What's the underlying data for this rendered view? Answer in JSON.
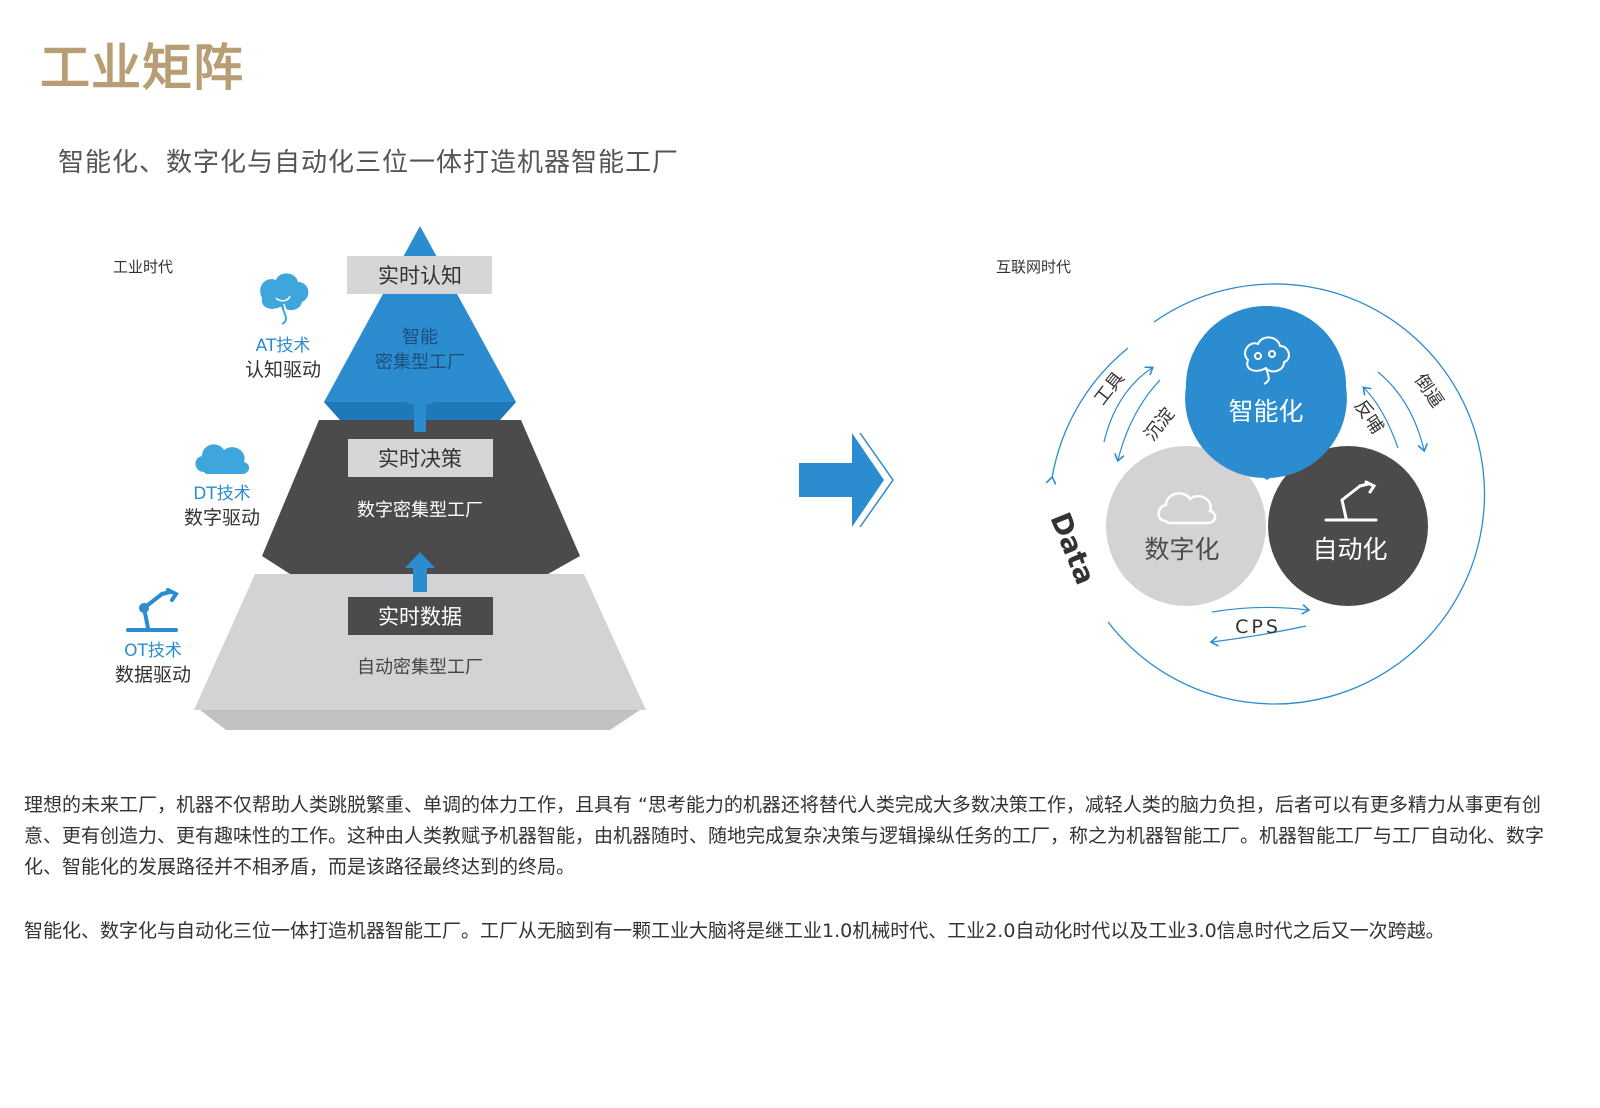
{
  "title": "工业矩阵",
  "subtitle": "智能化、数字化与自动化三位一体打造机器智能工厂",
  "left_panel": {
    "era_label": "工业时代",
    "pyramid": {
      "top": {
        "label": "实时认知",
        "desc_line1": "智能",
        "desc_line2": "密集型工厂"
      },
      "middle": {
        "label": "实时决策",
        "desc": "数字密集型工厂"
      },
      "bottom": {
        "label": "实时数据",
        "desc": "自动密集型工厂"
      }
    },
    "side_labels": [
      {
        "tech": "AT技术",
        "drive": "认知驱动",
        "icon": "brain-icon"
      },
      {
        "tech": "DT技术",
        "drive": "数字驱动",
        "icon": "cloud-icon"
      },
      {
        "tech": "OT技术",
        "drive": "数据驱动",
        "icon": "robot-arm-icon"
      }
    ]
  },
  "right_panel": {
    "era_label": "互联网时代",
    "circles": {
      "intelligent": "智能化",
      "digital": "数字化",
      "automation": "自动化"
    },
    "arrow_labels": {
      "tool": "工具",
      "settle": "沉淀",
      "feedback": "反哺",
      "force": "倒逼",
      "cps": "CPS",
      "data": "Data"
    }
  },
  "colors": {
    "title_gold": "#b89e74",
    "accent_blue": "#2b8ccf",
    "dark_gray": "#4b4b4b",
    "light_gray": "#d3d3d5"
  },
  "paragraphs": {
    "p1": "理想的未来工厂，机器不仅帮助人类跳脱繁重、单调的体力工作，且具有 “思考能力的机器还将替代人类完成大多数决策工作，减轻人类的脑力负担，后者可以有更多精力从事更有创意、更有创造力、更有趣味性的工作。这种由人类教赋予机器智能，由机器随时、随地完成复杂决策与逻辑操纵任务的工厂，称之为机器智能工厂。机器智能工厂与工厂自动化、数字化、智能化的发展路径并不相矛盾，而是该路径最终达到的终局。",
    "p2": "智能化、数字化与自动化三位一体打造机器智能工厂。工厂从无脑到有一颗工业大脑将是继工业1.0机械时代、工业2.0自动化时代以及工业3.0信息时代之后又一次跨越。"
  }
}
